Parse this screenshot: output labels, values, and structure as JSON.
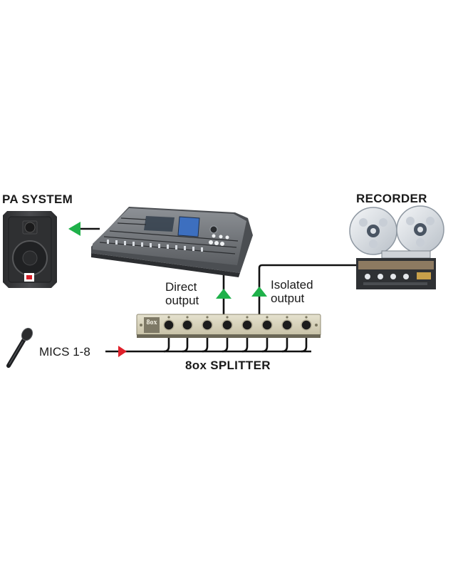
{
  "labels": {
    "pa_system": "PA SYSTEM",
    "recorder": "RECORDER",
    "direct_output_line1": "Direct",
    "direct_output_line2": "output",
    "isolated_output_line1": "Isolated",
    "isolated_output_line2": "output",
    "mics": "MICS 1-8",
    "splitter": "8ox SPLITTER"
  },
  "splitter_badge": "8ox",
  "colors": {
    "cable": "#111111",
    "output_arrow": "#1fb14a",
    "input_arrow": "#e0202a",
    "splitter_panel": "#d9d4bd",
    "console_body": "#6c6f73",
    "speaker_body": "#3a3b3d"
  },
  "icons": {
    "speaker": "speaker-icon",
    "console": "mixing-console-icon",
    "recorder": "reel-to-reel-recorder-icon",
    "splitter": "splitter-rack-icon",
    "microphone": "microphone-icon"
  }
}
